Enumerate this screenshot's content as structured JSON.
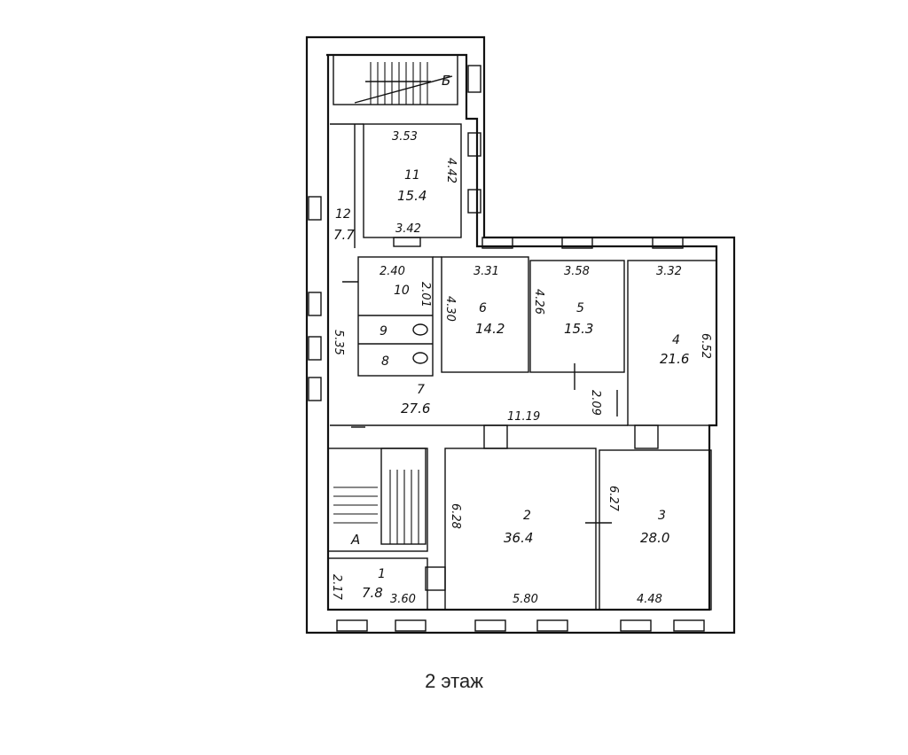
{
  "caption": "2 этаж",
  "stairs": {
    "top": "Б",
    "bottom": "A"
  },
  "rooms": {
    "r1": {
      "num": "1",
      "area": "7.8"
    },
    "r2": {
      "num": "2",
      "area": "36.4"
    },
    "r3": {
      "num": "3",
      "area": "28.0"
    },
    "r4": {
      "num": "4",
      "area": "21.6"
    },
    "r5": {
      "num": "5",
      "area": "15.3"
    },
    "r6": {
      "num": "6",
      "area": "14.2"
    },
    "r7": {
      "num": "7",
      "area": "27.6"
    },
    "r8": {
      "num": "8"
    },
    "r9": {
      "num": "9"
    },
    "r10": {
      "num": "10"
    },
    "r11": {
      "num": "11",
      "area": "15.4"
    },
    "r12": {
      "num": "12",
      "area": "7.7"
    }
  },
  "dims": {
    "d353": "3.53",
    "d442": "4.42",
    "d342": "3.42",
    "d240": "2.40",
    "d201": "2.01",
    "d535": "5.35",
    "d331": "3.31",
    "d430": "4.30",
    "d358": "3.58",
    "d426": "4.26",
    "d332": "3.32",
    "d652": "6.52",
    "d1119": "11.19",
    "d209": "2.09",
    "d628": "6.28",
    "d627": "6.27",
    "d580": "5.80",
    "d448": "4.48",
    "d217": "2.17",
    "d360": "3.60"
  }
}
